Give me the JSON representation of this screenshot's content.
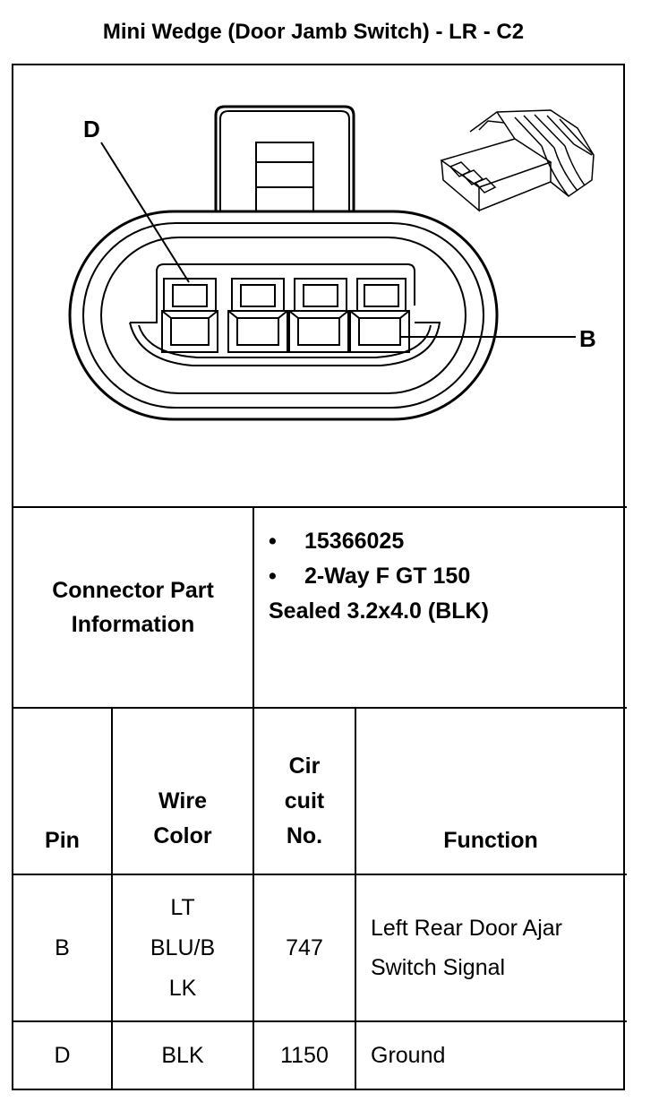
{
  "title": "Mini Wedge (Door Jamb Switch) - LR - C2",
  "drawing": {
    "label_d": "D",
    "label_b": "B"
  },
  "connector_info": {
    "label_line1": "Connector Part",
    "label_line2": "Information",
    "bullet": "•",
    "part_number": "15366025",
    "description_line1": "2-Way F GT 150",
    "description_line2": "Sealed 3.2x4.0 (BLK)"
  },
  "table": {
    "headers": {
      "pin": "Pin",
      "wire_color_line1": "Wire",
      "wire_color_line2": "Color",
      "circuit_line1": "Cir",
      "circuit_line2": "cuit",
      "circuit_line3": "No.",
      "function": "Function"
    },
    "rows": [
      {
        "pin": "B",
        "color_line1": "LT",
        "color_line2": "BLU/B",
        "color_line3": "LK",
        "circuit": "747",
        "function_line1": "Left Rear Door Ajar",
        "function_line2": "Switch Signal"
      },
      {
        "pin": "D",
        "color_line1": "BLK",
        "circuit": "1150",
        "function_line1": "Ground"
      }
    ]
  }
}
